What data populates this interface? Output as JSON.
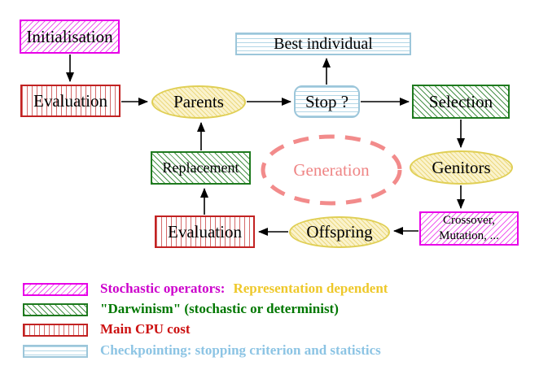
{
  "diagram": {
    "nodes": {
      "initialisation": {
        "label": "Initialisation"
      },
      "evaluation_top": {
        "label": "Evaluation"
      },
      "parents": {
        "label": "Parents"
      },
      "best_individual": {
        "label": "Best individual"
      },
      "stop": {
        "label": "Stop ?"
      },
      "selection": {
        "label": "Selection"
      },
      "genitors": {
        "label": "Genitors"
      },
      "crossover_mutation": {
        "line1": "Crossover,",
        "line2": "Mutation, ..."
      },
      "offspring": {
        "label": "Offspring"
      },
      "evaluation_bottom": {
        "label": "Evaluation"
      },
      "replacement": {
        "label": "Replacement"
      },
      "generation": {
        "label": "Generation"
      }
    },
    "legend": {
      "row1": {
        "label": "Stochastic operators:",
        "label2": "Representation dependent"
      },
      "row2": {
        "label": "\"Darwinism\" (stochastic or determinist)"
      },
      "row3": {
        "label": "Main CPU cost"
      },
      "row4": {
        "label": "Checkpointing: stopping criterion and statistics"
      }
    },
    "colors": {
      "magenta_border": "#e800e8",
      "red_border": "#c22222",
      "green_border": "#1e7a1e",
      "yellow_border": "#e0cf55",
      "cyan_border": "#9cc6da",
      "salmon_dashed": "#f28b8b",
      "legend_magenta_text": "#cc00cc",
      "legend_yellow_text": "#eec82a",
      "legend_green_text": "#007700",
      "legend_red_text": "#cc1111",
      "legend_cyan_text": "#8cc4e4",
      "arrow": "#000000"
    },
    "pattern_meanings": {
      "magenta_hatch": "Stochastic operators (representation dependent)",
      "green_hatch": "Darwinism (stochastic or determinist)",
      "red_vertical_lines": "Main CPU cost",
      "cyan_horizontal_lines": "Checkpointing: stopping criterion and statistics"
    }
  }
}
